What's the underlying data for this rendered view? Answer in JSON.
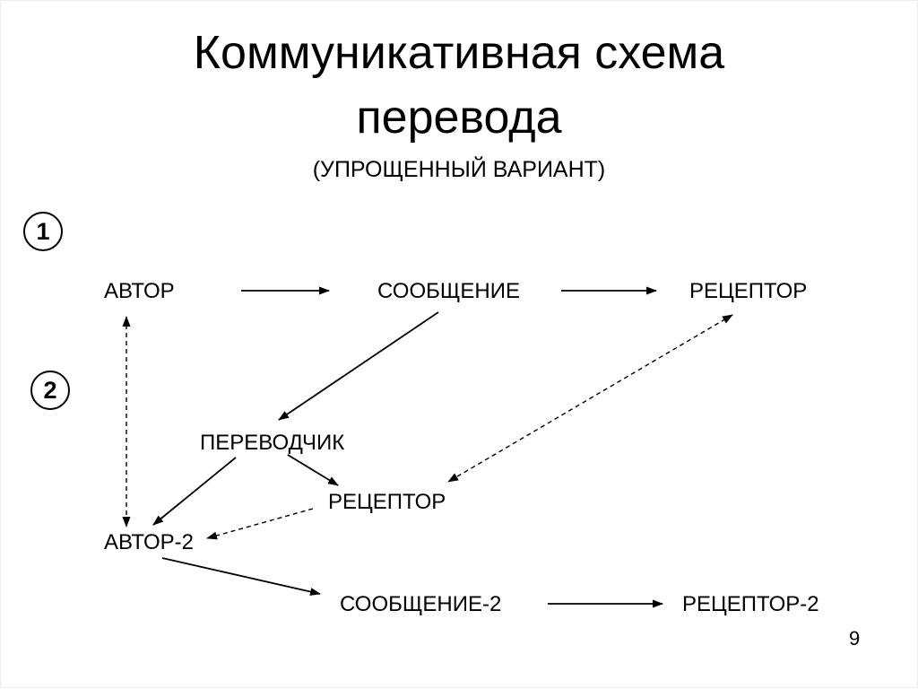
{
  "slide": {
    "title_line1": "Коммуникативная схема",
    "title_line2": "перевода",
    "subtitle": "(УПРОЩЕННЫЙ ВАРИАНТ)",
    "page_number": "9"
  },
  "badges": [
    {
      "label": "1"
    },
    {
      "label": "2"
    }
  ],
  "nodes": {
    "author": "АВТОР",
    "message": "СООБЩЕНИЕ",
    "receptor": "РЕЦЕПТОР",
    "translator": "ПЕРЕВОДЧИК",
    "receptor_mid": "РЕЦЕПТОР",
    "author2": "АВТОР-2",
    "message2": "СООБЩЕНИЕ-2",
    "receptor2": "РЕЦЕПТОР-2"
  },
  "edges": [
    {
      "from": "АВТОР",
      "to": "СООБЩЕНИЕ",
      "style": "solid",
      "heads": "end"
    },
    {
      "from": "СООБЩЕНИЕ",
      "to": "РЕЦЕПТОР",
      "style": "solid",
      "heads": "end"
    },
    {
      "from": "СООБЩЕНИЕ",
      "to": "ПЕРЕВОДЧИК",
      "style": "solid",
      "heads": "end"
    },
    {
      "from": "АВТОР",
      "to": "АВТОР-2",
      "style": "dashed",
      "heads": "both"
    },
    {
      "from": "РЕЦЕПТОР",
      "to": "РЕЦЕПТОР",
      "style": "dashed",
      "heads": "both"
    },
    {
      "from": "ПЕРЕВОДЧИК",
      "to": "АВТОР-2",
      "style": "solid",
      "heads": "end"
    },
    {
      "from": "ПЕРЕВОДЧИК",
      "to": "РЕЦЕПТОР",
      "style": "solid",
      "heads": "end"
    },
    {
      "from": "РЕЦЕПТОР",
      "to": "АВТОР-2",
      "style": "dashed",
      "heads": "end"
    },
    {
      "from": "АВТОР-2",
      "to": "СООБЩЕНИЕ-2",
      "style": "solid",
      "heads": "end"
    },
    {
      "from": "СООБЩЕНИЕ-2",
      "to": "РЕЦЕПТОР-2",
      "style": "solid",
      "heads": "end"
    }
  ],
  "colors": {
    "ink": "#000000",
    "background": "#ffffff"
  }
}
